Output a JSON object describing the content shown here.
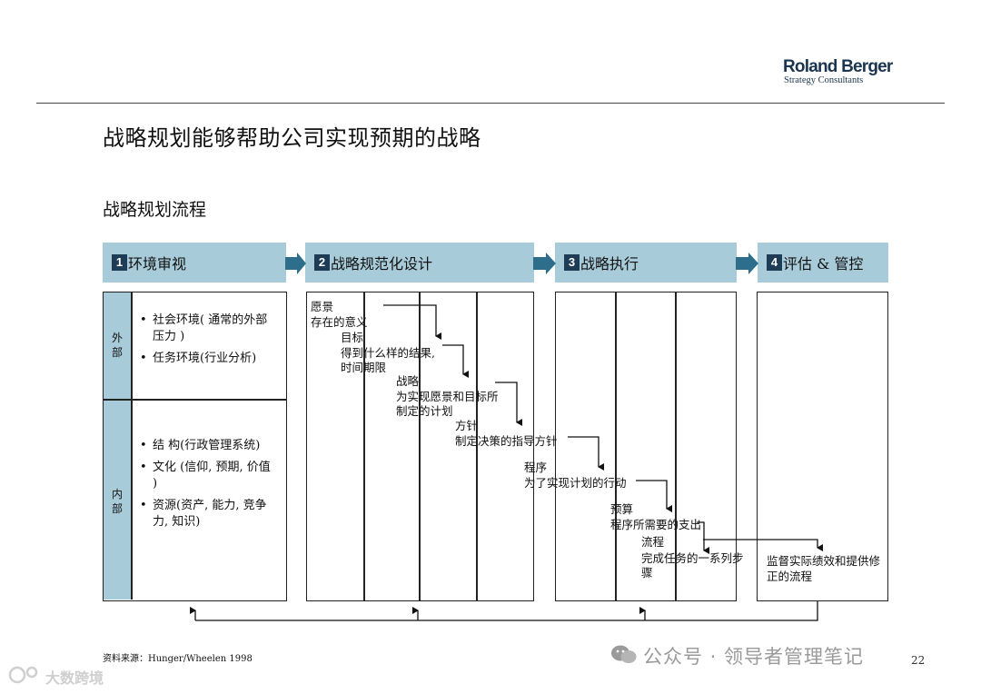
{
  "logo": {
    "name": "Roland Berger",
    "tagline": "Strategy Consultants"
  },
  "title": "战略规划能够帮助公司实现预期的战略",
  "subtitle": "战略规划流程",
  "stages": [
    {
      "num": "1",
      "label": "环境审视"
    },
    {
      "num": "2",
      "label": "战略规范化设计"
    },
    {
      "num": "3",
      "label": "战略执行"
    },
    {
      "num": "4",
      "label": "评估 & 管控"
    }
  ],
  "environment": {
    "external_label": "外\n部",
    "internal_label": "内\n部",
    "external_items": [
      "社会环境( 通常的外部压力 )",
      "任务环境(行业分析)"
    ],
    "internal_items": [
      "结 构(行政管理系统)",
      "文化 (信仰, 预期, 价值 )",
      "资源(资产, 能力, 竞争力, 知识)"
    ]
  },
  "cascade": {
    "vision": {
      "term": "愿景",
      "desc": "存在的意义"
    },
    "goals": {
      "term": "目标",
      "desc": "得到什么样的结果,",
      "desc2": "时间期限"
    },
    "strategy": {
      "term": "战略",
      "desc": "为实现愿景和目标所",
      "desc2": "制定的计划"
    },
    "policy": {
      "term": "方针",
      "desc": "制定决策的指导方针"
    },
    "program": {
      "term": "程序",
      "desc": "为了实现计划的行动"
    },
    "budget": {
      "term": "预算",
      "desc": "程序所需要的支出"
    },
    "procedure": {
      "term": "流程",
      "desc": "完成任务的一系列步",
      "desc2": "骤"
    }
  },
  "evaluation": {
    "text1": "监督实际绩效和提供修",
    "text2": "正的流程"
  },
  "source": "资料来源：Hunger/Wheelen 1998",
  "page_number": "22",
  "watermark": {
    "right": "公众号 · 领导者管理笔记",
    "left": "大数跨境"
  },
  "colors": {
    "header_fill": "#a8cbd9",
    "number_badge": "#1e3c56",
    "arrow": "#2c6e8c"
  }
}
